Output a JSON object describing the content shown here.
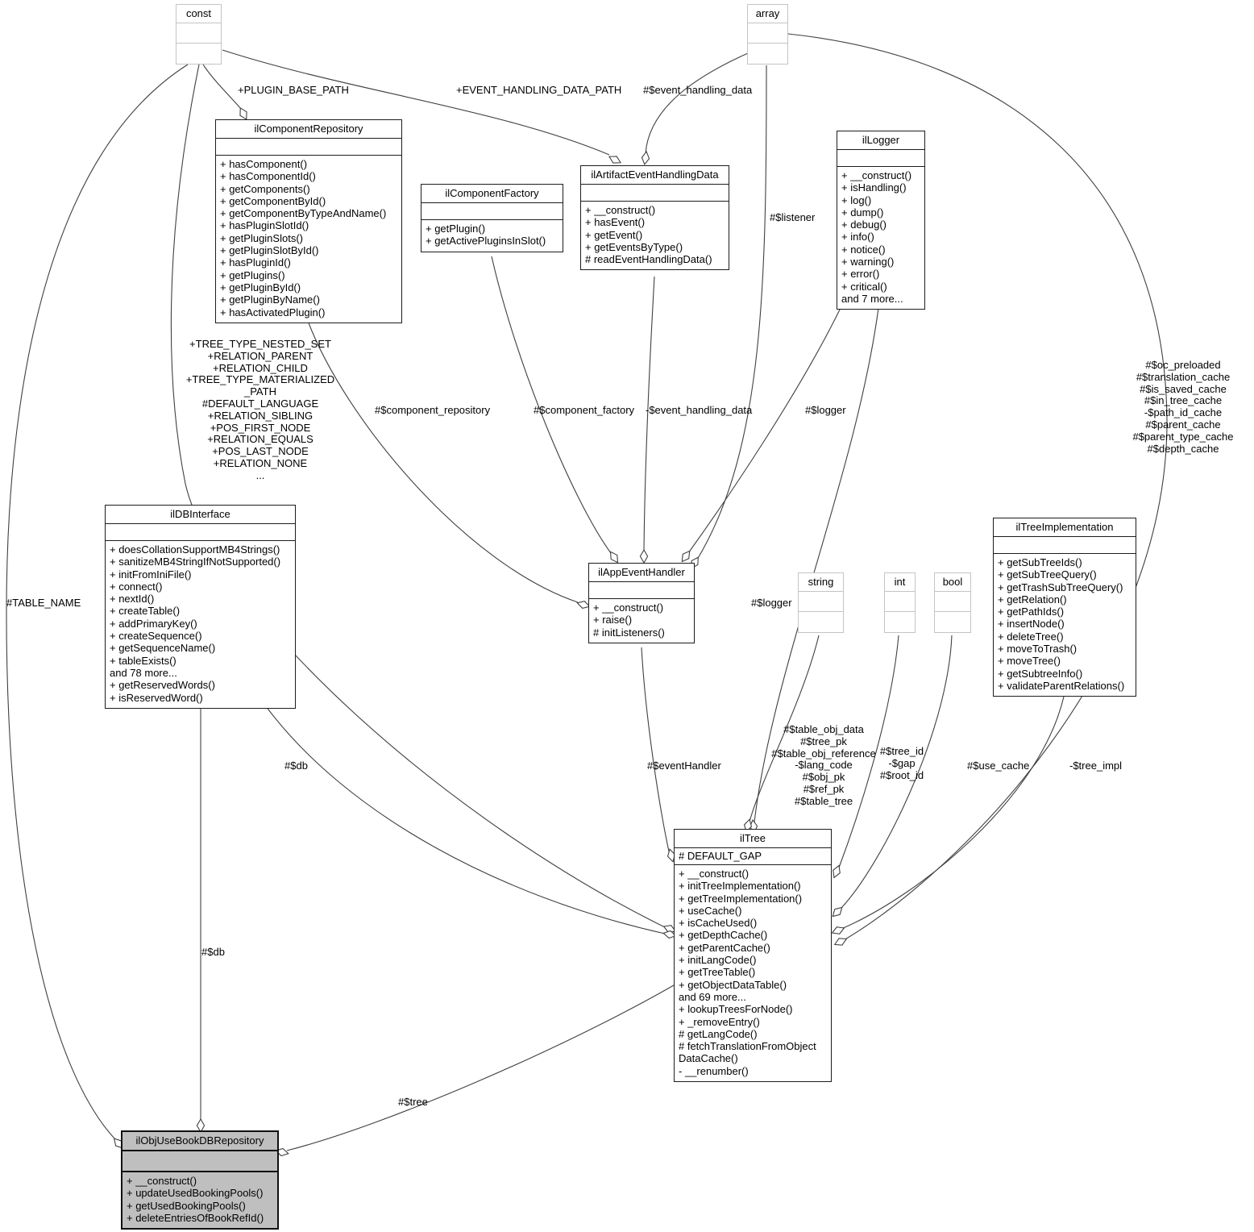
{
  "colors": {
    "background": "#ffffff",
    "class_border": "#1c1c1c",
    "primitive_border": "#c4c4c4",
    "highlight_fill": "#bfbfbf",
    "edge_stroke": "#404040"
  },
  "classes": {
    "constBox": {
      "title": "const",
      "attributes": [],
      "methods": []
    },
    "arrayBox": {
      "title": "array",
      "attributes": [],
      "methods": []
    },
    "stringBox": {
      "title": "string",
      "attributes": [],
      "methods": []
    },
    "intBox": {
      "title": "int",
      "attributes": [],
      "methods": []
    },
    "boolBox": {
      "title": "bool",
      "attributes": [],
      "methods": []
    },
    "componentRepository": {
      "title": "ilComponentRepository",
      "attributes": [],
      "methods": [
        "+ hasComponent()",
        "+ hasComponentId()",
        "+ getComponents()",
        "+ getComponentById()",
        "+ getComponentByTypeAndName()",
        "+ hasPluginSlotId()",
        "+ getPluginSlots()",
        "+ getPluginSlotById()",
        "+ hasPluginId()",
        "+ getPlugins()",
        "+ getPluginById()",
        "+ getPluginByName()",
        "+ hasActivatedPlugin()"
      ]
    },
    "componentFactory": {
      "title": "ilComponentFactory",
      "attributes": [],
      "methods": [
        "+ getPlugin()",
        "+ getActivePluginsInSlot()"
      ]
    },
    "artifactEventHandlingData": {
      "title": "ilArtifactEventHandlingData",
      "attributes": [],
      "methods": [
        "+ __construct()",
        "+ hasEvent()",
        "+ getEvent()",
        "+ getEventsByType()",
        "# readEventHandlingData()"
      ]
    },
    "logger": {
      "title": "ilLogger",
      "attributes": [],
      "methods": [
        "+ __construct()",
        "+ isHandling()",
        "+ log()",
        "+ dump()",
        "+ debug()",
        "+ info()",
        "+ notice()",
        "+ warning()",
        "+ error()",
        "+ critical()",
        "and 7 more..."
      ]
    },
    "dbInterface": {
      "title": "ilDBInterface",
      "attributes": [],
      "methods": [
        "+ doesCollationSupportMB4Strings()",
        "+ sanitizeMB4StringIfNotSupported()",
        "+ initFromIniFile()",
        "+ connect()",
        "+ nextId()",
        "+ createTable()",
        "+ addPrimaryKey()",
        "+ createSequence()",
        "+ getSequenceName()",
        "+ tableExists()",
        "and 78 more...",
        "+ getReservedWords()",
        "+ isReservedWord()"
      ]
    },
    "appEventHandler": {
      "title": "ilAppEventHandler",
      "attributes": [],
      "methods": [
        "+ __construct()",
        "+ raise()",
        "# initListeners()"
      ]
    },
    "treeImplementation": {
      "title": "ilTreeImplementation",
      "attributes": [],
      "methods": [
        "+ getSubTreeIds()",
        "+ getSubTreeQuery()",
        "+ getTrashSubTreeQuery()",
        "+ getRelation()",
        "+ getPathIds()",
        "+ insertNode()",
        "+ deleteTree()",
        "+ moveToTrash()",
        "+ moveTree()",
        "+ getSubtreeInfo()",
        "+ validateParentRelations()"
      ]
    },
    "tree": {
      "title": "ilTree",
      "attributes": [
        "# DEFAULT_GAP"
      ],
      "methods": [
        "+ __construct()",
        "+ initTreeImplementation()",
        "+ getTreeImplementation()",
        "+ useCache()",
        "+ isCacheUsed()",
        "+ getDepthCache()",
        "+ getParentCache()",
        "+ initLangCode()",
        "+ getTreeTable()",
        "+ getObjectDataTable()",
        "and 69 more...",
        "+ lookupTreesForNode()",
        "+ _removeEntry()",
        "# getLangCode()",
        "# fetchTranslationFromObject",
        "DataCache()",
        "- __renumber()"
      ]
    },
    "objUseBookDBRepository": {
      "title": "ilObjUseBookDBRepository",
      "attributes": [],
      "methods": [
        "+ __construct()",
        "+ updateUsedBookingPools()",
        "+ getUsedBookingPools()",
        "+ deleteEntriesOfBookRefId()"
      ]
    }
  },
  "edge_labels": {
    "plugin_base_path": "+PLUGIN_BASE_PATH",
    "event_handling_data_path": "+EVENT_HANDLING_DATA_PATH",
    "event_handling_data": "#$event_handling_data",
    "listener": "#$listener",
    "tree_constants": [
      "+TREE_TYPE_NESTED_SET",
      "+RELATION_PARENT",
      "+RELATION_CHILD",
      "+TREE_TYPE_MATERIALIZED",
      "_PATH",
      "#DEFAULT_LANGUAGE",
      "+RELATION_SIBLING",
      "+POS_FIRST_NODE",
      "+RELATION_EQUALS",
      "+POS_LAST_NODE",
      "+RELATION_NONE",
      "..."
    ],
    "component_repository": "#$component_repository",
    "component_factory": "#$component_factory",
    "event_handling_data_member": "-$event_handling_data",
    "logger_handler": "#$logger",
    "tree_caches": [
      "#$oc_preloaded",
      "#$translation_cache",
      "#$is_saved_cache",
      "#$in_tree_cache",
      "-$path_id_cache",
      "#$parent_cache",
      "#$parent_type_cache",
      "#$depth_cache"
    ],
    "table_name": "#TABLE_NAME",
    "db_tree": "#$db",
    "logger_tree": "#$logger",
    "event_handler": "#$eventHandler",
    "tree_table_fields": [
      "#$table_obj_data",
      "#$tree_pk",
      "#$table_obj_reference",
      "-$lang_code",
      "#$obj_pk",
      "#$ref_pk",
      "#$table_tree"
    ],
    "tree_ids": [
      "#$tree_id",
      "-$gap",
      "#$root_id"
    ],
    "use_cache": "#$use_cache",
    "tree_impl": "-$tree_impl",
    "db_repository": "#$db",
    "tree_member": "#$tree"
  }
}
